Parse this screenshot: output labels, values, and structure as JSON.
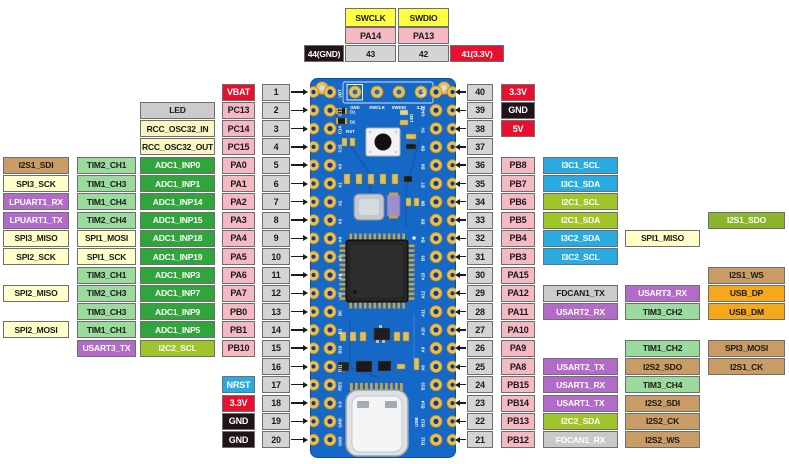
{
  "palette": {
    "power": {
      "bg": "#E8112D",
      "fg": "#FFFFFF"
    },
    "gnd": {
      "bg": "#211317",
      "fg": "#FFFFFF"
    },
    "nrst": {
      "bg": "#29ABE2",
      "fg": "#FFFFFF"
    },
    "port": {
      "bg": "#F5B9C3",
      "fg": "#1A1A1A"
    },
    "pin": {
      "bg": "#D4D4D4",
      "fg": "#1A1A1A"
    },
    "swd": {
      "bg": "#FFFF42",
      "fg": "#1A1A1A"
    },
    "label": {
      "bg": "#CBCBCB",
      "fg": "#1A1A1A"
    },
    "label_w": {
      "bg": "#C9C9C9",
      "fg": "#FFFFFF"
    },
    "osc": {
      "bg": "#FAF6C3",
      "fg": "#1A1A1A"
    },
    "spi": {
      "bg": "#FFFFC9",
      "fg": "#1A1A1A"
    },
    "adc": {
      "bg": "#2FA53C",
      "fg": "#FFFFFF"
    },
    "tim": {
      "bg": "#9BDC9E",
      "fg": "#1A1A1A"
    },
    "i2c": {
      "bg": "#A0C52B",
      "fg": "#FFFFFF"
    },
    "i3c": {
      "bg": "#29ABE2",
      "fg": "#FFFFFF"
    },
    "uart": {
      "bg": "#B26BC8",
      "fg": "#FFFFFF"
    },
    "i2s": {
      "bg": "#C89C64",
      "fg": "#1A1A1A"
    },
    "i2s_g": {
      "bg": "#8CB32D",
      "fg": "#FFFFFF"
    },
    "usb": {
      "bg": "#F5A81C",
      "fg": "#1A1A1A"
    },
    "board": {
      "bg": "#1568C6",
      "pad": "#EDBE4F"
    }
  },
  "top_header": {
    "swd_row": [
      {
        "label": "SWCLK",
        "type": "swd"
      },
      {
        "label": "SWDIO",
        "type": "swd"
      }
    ],
    "port_row": [
      {
        "label": "PA14",
        "type": "port"
      },
      {
        "label": "PA13",
        "type": "port"
      }
    ],
    "pin_row": [
      {
        "label": "44(GND)",
        "type": "gnd"
      },
      {
        "label": "43",
        "type": "pin"
      },
      {
        "label": "42",
        "type": "pin"
      },
      {
        "label": "41(3.3V)",
        "type": "power"
      }
    ]
  },
  "left_rows": [
    {
      "pin": "1",
      "port": {
        "label": "VBAT",
        "type": "power"
      }
    },
    {
      "pin": "2",
      "port": {
        "label": "PC13",
        "type": "port"
      },
      "f1": {
        "label": "LED",
        "type": "label"
      }
    },
    {
      "pin": "3",
      "port": {
        "label": "PC14",
        "type": "port"
      },
      "f1": {
        "label": "RCC_OSC32_IN",
        "type": "osc"
      }
    },
    {
      "pin": "4",
      "port": {
        "label": "PC15",
        "type": "port"
      },
      "f1": {
        "label": "RCC_OSC32_OUT",
        "type": "osc"
      }
    },
    {
      "pin": "5",
      "port": {
        "label": "PA0",
        "type": "port"
      },
      "f1": {
        "label": "ADC1_INP0",
        "type": "adc"
      },
      "f2": {
        "label": "TIM2_CH1",
        "type": "tim"
      },
      "f3": {
        "label": "I2S1_SDI",
        "type": "i2s"
      }
    },
    {
      "pin": "6",
      "port": {
        "label": "PA1",
        "type": "port"
      },
      "f1": {
        "label": "ADC1_INP1",
        "type": "adc"
      },
      "f2": {
        "label": "TIM1_CH3",
        "type": "tim"
      },
      "f3": {
        "label": "SPI3_SCK",
        "type": "spi"
      }
    },
    {
      "pin": "7",
      "port": {
        "label": "PA2",
        "type": "port"
      },
      "f1": {
        "label": "ADC1_INP14",
        "type": "adc"
      },
      "f2": {
        "label": "TIM1_CH4",
        "type": "tim"
      },
      "f3": {
        "label": "LPUART1_RX",
        "type": "uart"
      }
    },
    {
      "pin": "8",
      "port": {
        "label": "PA3",
        "type": "port"
      },
      "f1": {
        "label": "ADC1_INP15",
        "type": "adc"
      },
      "f2": {
        "label": "TIM2_CH4",
        "type": "tim"
      },
      "f3": {
        "label": "LPUART1_TX",
        "type": "uart"
      }
    },
    {
      "pin": "9",
      "port": {
        "label": "PA4",
        "type": "port"
      },
      "f1": {
        "label": "ADC1_INP18",
        "type": "adc"
      },
      "f2": {
        "label": "SPI1_MOSI",
        "type": "spi"
      },
      "f3": {
        "label": "SPI3_MISO",
        "type": "spi"
      }
    },
    {
      "pin": "10",
      "port": {
        "label": "PA5",
        "type": "port"
      },
      "f1": {
        "label": "ADC1_INP19",
        "type": "adc"
      },
      "f2": {
        "label": "SPI1_SCK",
        "type": "spi"
      },
      "f3": {
        "label": "SPI2_SCK",
        "type": "spi"
      }
    },
    {
      "pin": "11",
      "port": {
        "label": "PA6",
        "type": "port"
      },
      "f1": {
        "label": "ADC1_INP3",
        "type": "adc"
      },
      "f2": {
        "label": "TIM3_CH1",
        "type": "tim"
      }
    },
    {
      "pin": "12",
      "port": {
        "label": "PA7",
        "type": "port"
      },
      "f1": {
        "label": "ADC1_INP7",
        "type": "adc"
      },
      "f2": {
        "label": "TIM2_CH3",
        "type": "tim"
      },
      "f3": {
        "label": "SPI2_MISO",
        "type": "spi"
      }
    },
    {
      "pin": "13",
      "port": {
        "label": "PB0",
        "type": "port"
      },
      "f1": {
        "label": "ADC1_INP9",
        "type": "adc"
      },
      "f2": {
        "label": "TIM3_CH3",
        "type": "tim"
      }
    },
    {
      "pin": "14",
      "port": {
        "label": "PB1",
        "type": "port"
      },
      "f1": {
        "label": "ADC1_INP5",
        "type": "adc"
      },
      "f2": {
        "label": "TIM1_CH1",
        "type": "tim"
      },
      "f3": {
        "label": "SPI2_MOSI",
        "type": "spi"
      }
    },
    {
      "pin": "15",
      "port": {
        "label": "PB10",
        "type": "port"
      },
      "f1": {
        "label": "I2C2_SCL",
        "type": "i2c"
      },
      "f2": {
        "label": "USART3_TX",
        "type": "uart"
      }
    },
    {
      "pin": "16"
    },
    {
      "pin": "17",
      "port": {
        "label": "NRST",
        "type": "nrst"
      }
    },
    {
      "pin": "18",
      "port": {
        "label": "3.3V",
        "type": "power"
      }
    },
    {
      "pin": "19",
      "port": {
        "label": "GND",
        "type": "gnd"
      }
    },
    {
      "pin": "20",
      "port": {
        "label": "GND",
        "type": "gnd"
      }
    }
  ],
  "right_rows": [
    {
      "pin": "40",
      "port": {
        "label": "3.3V",
        "type": "power"
      }
    },
    {
      "pin": "39",
      "port": {
        "label": "GND",
        "type": "gnd"
      }
    },
    {
      "pin": "38",
      "port": {
        "label": "5V",
        "type": "power"
      }
    },
    {
      "pin": "37"
    },
    {
      "pin": "36",
      "port": {
        "label": "PB8",
        "type": "port"
      },
      "c1": {
        "label": "I3C1_SCL",
        "type": "i3c"
      }
    },
    {
      "pin": "35",
      "port": {
        "label": "PB7",
        "type": "port"
      },
      "c1": {
        "label": "I3C1_SDA",
        "type": "i3c"
      }
    },
    {
      "pin": "34",
      "port": {
        "label": "PB6",
        "type": "port"
      },
      "c1": {
        "label": "I2C1_SCL",
        "type": "i2c"
      }
    },
    {
      "pin": "33",
      "port": {
        "label": "PB5",
        "type": "port"
      },
      "c1": {
        "label": "I2C1_SDA",
        "type": "i2c"
      },
      "c3": {
        "label": "I2S1_SDO",
        "type": "i2s_g"
      }
    },
    {
      "pin": "32",
      "port": {
        "label": "PB4",
        "type": "port"
      },
      "c1": {
        "label": "I3C2_SDA",
        "type": "i3c"
      },
      "c2": {
        "label": "SPI1_MISO",
        "type": "spi"
      }
    },
    {
      "pin": "31",
      "port": {
        "label": "PB3",
        "type": "port"
      },
      "c1": {
        "label": "I3C2_SCL",
        "type": "i3c"
      }
    },
    {
      "pin": "30",
      "port": {
        "label": "PA15",
        "type": "port"
      },
      "c3": {
        "label": "I2S1_WS",
        "type": "i2s"
      }
    },
    {
      "pin": "29",
      "port": {
        "label": "PA12",
        "type": "port"
      },
      "c1": {
        "label": "FDCAN1_TX",
        "type": "label"
      },
      "c2": {
        "label": "USART3_RX",
        "type": "uart"
      },
      "c3": {
        "label": "USB_DP",
        "type": "usb"
      }
    },
    {
      "pin": "28",
      "port": {
        "label": "PA11",
        "type": "port"
      },
      "c1": {
        "label": "USART2_RX",
        "type": "uart"
      },
      "c2": {
        "label": "TIM3_CH2",
        "type": "tim"
      },
      "c3": {
        "label": "USB_DM",
        "type": "usb"
      }
    },
    {
      "pin": "27",
      "port": {
        "label": "PA10",
        "type": "port"
      }
    },
    {
      "pin": "26",
      "port": {
        "label": "PA9",
        "type": "port"
      },
      "c2": {
        "label": "TIM1_CH2",
        "type": "tim"
      },
      "c3": {
        "label": "SPI3_MOSI",
        "type": "i2s"
      }
    },
    {
      "pin": "25",
      "port": {
        "label": "PA8",
        "type": "port"
      },
      "c1": {
        "label": "USART2_TX",
        "type": "uart"
      },
      "c2": {
        "label": "I2S2_SDO",
        "type": "i2s"
      },
      "c3": {
        "label": "I2S1_CK",
        "type": "i2s"
      }
    },
    {
      "pin": "24",
      "port": {
        "label": "PB15",
        "type": "port"
      },
      "c1": {
        "label": "USART1_RX",
        "type": "uart"
      },
      "c2": {
        "label": "TIM3_CH4",
        "type": "tim"
      }
    },
    {
      "pin": "23",
      "port": {
        "label": "PB14",
        "type": "port"
      },
      "c1": {
        "label": "USART1_TX",
        "type": "uart"
      },
      "c2": {
        "label": "I2S2_SDI",
        "type": "i2s"
      }
    },
    {
      "pin": "22",
      "port": {
        "label": "PB13",
        "type": "port"
      },
      "c1": {
        "label": "I2C2_SDA",
        "type": "i2c"
      },
      "c2": {
        "label": "I2S2_CK",
        "type": "i2s"
      }
    },
    {
      "pin": "21",
      "port": {
        "label": "PB12",
        "type": "port"
      },
      "c1": {
        "label": "FDCAN1_RX",
        "type": "label_w"
      },
      "c2": {
        "label": "I2S2_WS",
        "type": "i2s"
      }
    }
  ],
  "board": {
    "swd_pad_labels": [
      "GND",
      "SWCLK",
      "SWDIO",
      "3.3V"
    ],
    "rst_label": "RST",
    "led_label": "LED",
    "usb_label": "USB",
    "diode_labels": [
      "D1",
      "D2"
    ],
    "left_labels": [
      "VBT",
      "C13",
      "C14",
      "C15",
      "A0",
      "A1",
      "A2",
      "A3",
      "A4",
      "A5",
      "A6",
      "A7",
      "B0",
      "B1",
      "B10",
      "B11",
      "RES",
      "3-3",
      "GND",
      "GND"
    ],
    "right_labels": [
      "3.3",
      "GND",
      "5V",
      "B9",
      "B8",
      "B7",
      "B6",
      "B5",
      "B4",
      "B3",
      "A15",
      "A12",
      "A11",
      "A10",
      "A9",
      "A8",
      "B15",
      "B14",
      "B13",
      "B12"
    ]
  }
}
